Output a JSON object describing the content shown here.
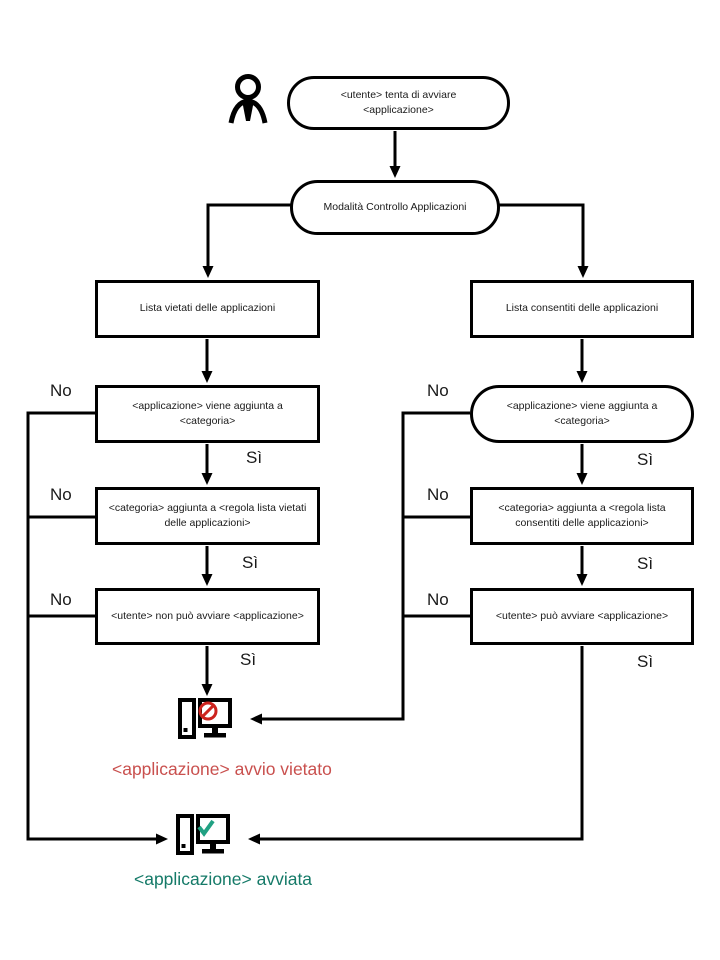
{
  "nodes": {
    "start": {
      "lines": [
        "<utente> tenta di avviare",
        "<applicazione>"
      ]
    },
    "mode": {
      "lines": [
        "Modalità Controllo Applicazioni"
      ]
    },
    "deny_list": {
      "lines": [
        "Lista vietati delle applicazioni"
      ]
    },
    "allow_list": {
      "lines": [
        "Lista consentiti delle applicazioni"
      ]
    },
    "deny_app": {
      "lines": [
        "<applicazione> viene aggiunta a",
        "<categoria>"
      ]
    },
    "allow_app": {
      "lines": [
        "<applicazione> viene aggiunta a",
        "<categoria>"
      ]
    },
    "deny_rule": {
      "lines": [
        "<categoria> aggiunta a <regola lista vietati",
        "delle applicazioni>"
      ]
    },
    "allow_rule": {
      "lines": [
        "<categoria> aggiunta a <regola lista",
        "consentiti delle applicazioni>"
      ]
    },
    "deny_user": {
      "lines": [
        "<utente> non può avviare <applicazione>"
      ]
    },
    "allow_user": {
      "lines": [
        "<utente> può avviare <applicazione>"
      ]
    }
  },
  "edge_labels": {
    "yes": "Sì",
    "no": "No"
  },
  "results": {
    "blocked": "<applicazione> avvio vietato",
    "started": "<applicazione> avviata"
  },
  "icons": {
    "person": "user-icon",
    "blocked": "computer-blocked-icon",
    "started": "computer-check-icon"
  },
  "colors": {
    "line": "#000000",
    "blocked_text": "#c9504e",
    "started_text": "#157a68",
    "prohibition_red": "#cc231e",
    "check_green": "#21a183"
  }
}
